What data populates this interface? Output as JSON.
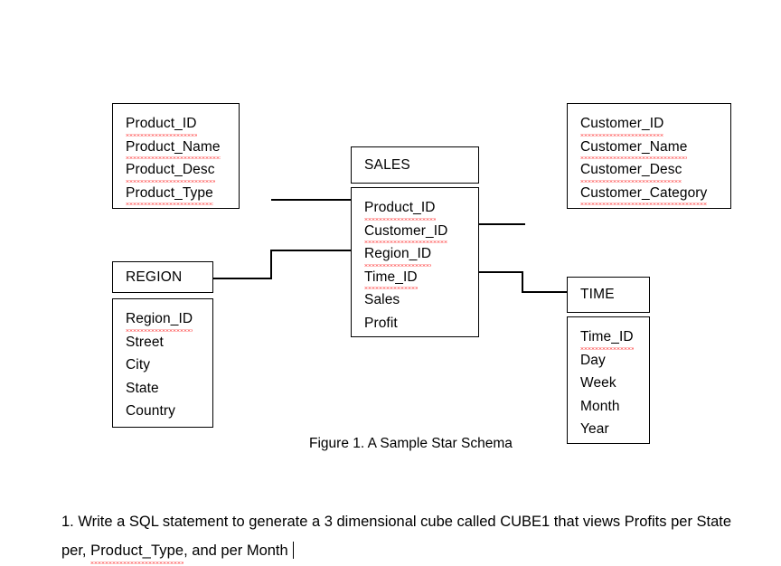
{
  "document": {
    "figure_caption": "Figure 1.  A Sample Star Schema",
    "question": {
      "line1": "1. Write a SQL statement to generate a 3 dimensional cube called CUBE1 that views Profits per State",
      "line2_a": "per, ",
      "line2_misspelled": "Product_Type",
      "line2_b": ", and per Month"
    }
  },
  "schema": {
    "tables": [
      {
        "name": "product",
        "title": "",
        "fields": [
          {
            "label": "Product_ID",
            "misspelled": true
          },
          {
            "label": "Product_Name",
            "misspelled": true
          },
          {
            "label": "Product_Desc",
            "misspelled": true
          },
          {
            "label": "Product_Type",
            "misspelled": true
          }
        ]
      },
      {
        "name": "customer",
        "title": "",
        "fields": [
          {
            "label": "Customer_ID",
            "misspelled": true
          },
          {
            "label": "Customer_Name",
            "misspelled": true
          },
          {
            "label": "Customer_Desc",
            "misspelled": true
          },
          {
            "label": "Customer_Category",
            "misspelled": true
          }
        ]
      },
      {
        "name": "sales",
        "title": "SALES",
        "fields": [
          {
            "label": "Product_ID",
            "misspelled": true
          },
          {
            "label": "Customer_ID",
            "misspelled": true
          },
          {
            "label": "Region_ID",
            "misspelled": true
          },
          {
            "label": "Time_ID",
            "misspelled": true
          },
          {
            "label": "Sales",
            "misspelled": false
          },
          {
            "label": "Profit",
            "misspelled": false
          }
        ]
      },
      {
        "name": "region",
        "title": "REGION",
        "fields": [
          {
            "label": "Region_ID",
            "misspelled": true
          },
          {
            "label": "Street",
            "misspelled": false
          },
          {
            "label": "City",
            "misspelled": false
          },
          {
            "label": "State",
            "misspelled": false
          },
          {
            "label": "Country",
            "misspelled": false
          }
        ]
      },
      {
        "name": "time",
        "title": "TIME",
        "fields": [
          {
            "label": "Time_ID",
            "misspelled": true
          },
          {
            "label": "Day",
            "misspelled": false
          },
          {
            "label": "Week",
            "misspelled": false
          },
          {
            "label": "Month",
            "misspelled": false
          },
          {
            "label": "Year",
            "misspelled": false
          }
        ]
      }
    ]
  },
  "colors": {
    "border": "#000000",
    "text": "#000000",
    "spellcheck": "#FF0000",
    "background": "#FFFFFF"
  }
}
